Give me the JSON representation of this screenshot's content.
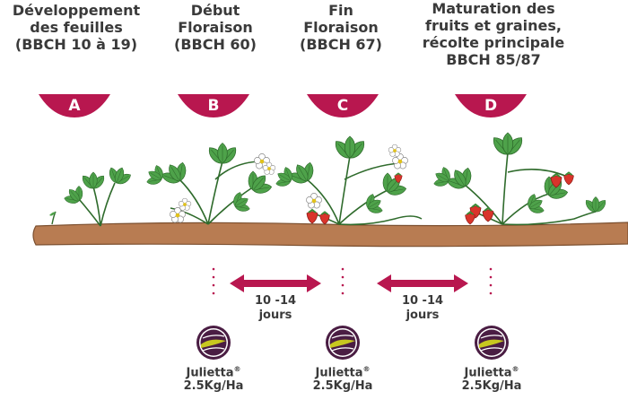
{
  "stages": [
    {
      "lines": [
        "Développement",
        "des feuilles",
        "(BBCH 10 à 19)"
      ],
      "letter": "A"
    },
    {
      "lines": [
        "Début",
        "Floraison",
        "(BBCH 60)"
      ],
      "letter": "B"
    },
    {
      "lines": [
        "Fin",
        "Floraison",
        "(BBCH 67)"
      ],
      "letter": "C"
    },
    {
      "lines": [
        "Maturation des",
        "fruits et graines,",
        "récolte principale",
        "BBCH 85/87"
      ],
      "letter": "D"
    }
  ],
  "intervals": [
    {
      "line1": "10 -14",
      "line2": "jours"
    },
    {
      "line1": "10 -14",
      "line2": "jours"
    }
  ],
  "products": [
    {
      "name": "Julietta",
      "mark": "®",
      "dose": "2.5Kg/Ha"
    },
    {
      "name": "Julietta",
      "mark": "®",
      "dose": "2.5Kg/Ha"
    },
    {
      "name": "Julietta",
      "mark": "®",
      "dose": "2.5Kg/Ha"
    }
  ],
  "colors": {
    "accent": "#b8174f",
    "soil": "#b87c52",
    "leaf": "#4ea24a",
    "berry": "#d9342b",
    "text": "#3a3a3a",
    "logo_dark": "#4a1d43",
    "logo_lime": "#c7c81f"
  },
  "icons": [
    "julietta-logo-icon",
    "strawberry-plant-icon",
    "double-arrow-icon"
  ]
}
